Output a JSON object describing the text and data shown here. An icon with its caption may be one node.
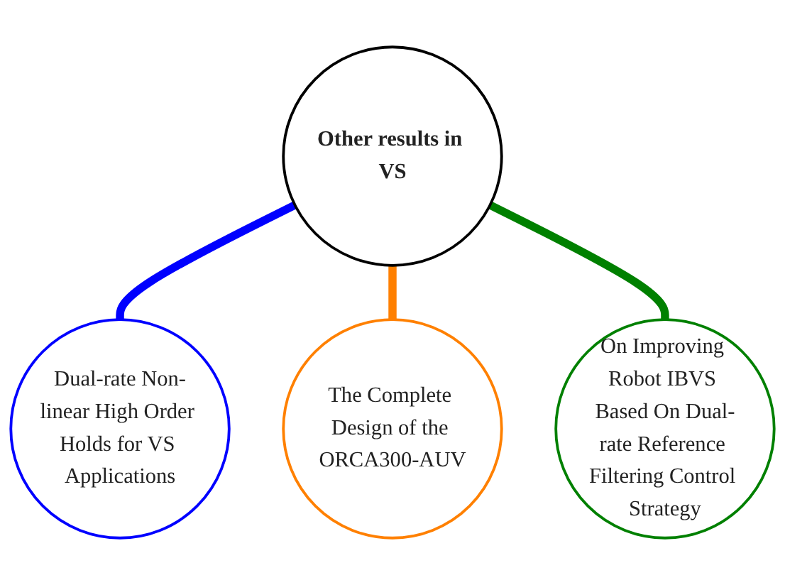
{
  "diagram": {
    "nodes": [
      {
        "text": [
          "Other results in VS"
        ]
      },
      {
        "text": [
          "Dual-rate Non-linear High Order Holds for VS Applications"
        ]
      },
      {
        "text": [
          "The Complete Design of the ORCA300-AUV"
        ]
      },
      {
        "text": [
          "On Improving Robot IBVS Based On Dual-rate Reference Filtering Control Strategy"
        ]
      }
    ],
    "edges": [
      {
        "from": 0,
        "to": 1,
        "arrow": "none",
        "color": "#0000ff"
      },
      {
        "from": 0,
        "to": 2,
        "arrow": "none",
        "color": "#ff8000"
      },
      {
        "from": 0,
        "to": 3,
        "arrow": "none",
        "color": "#008000"
      }
    ]
  }
}
